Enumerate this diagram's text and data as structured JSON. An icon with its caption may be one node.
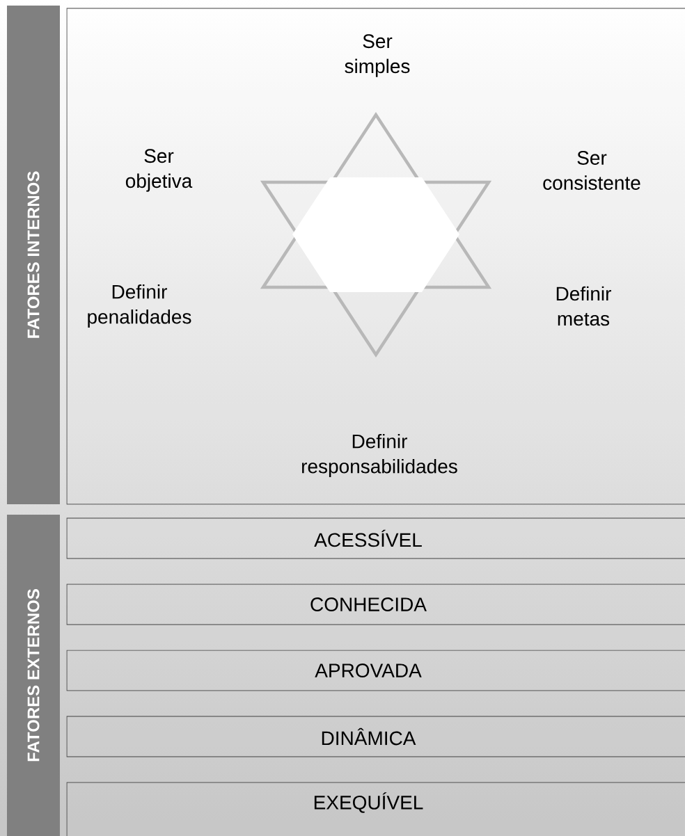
{
  "diagram": {
    "nodes": [
      {
        "text": [
          "FATORES INTERNOS"
        ]
      },
      {
        "text": [
          "FATORES EXTERNOS"
        ]
      },
      {
        "text": [
          "ACESSÍVEL"
        ]
      },
      {
        "text": [
          "CONHECIDA"
        ]
      },
      {
        "text": [
          "APROVADA"
        ]
      },
      {
        "text": [
          "DINÂMICA"
        ]
      },
      {
        "text": [
          "EXEQUÍVEL"
        ]
      }
    ],
    "labels": [
      "Ser simples",
      "Ser objetiva",
      "Ser consistente",
      "Definir penalidades",
      "Definir metas",
      "Definir responsabilidades"
    ]
  }
}
